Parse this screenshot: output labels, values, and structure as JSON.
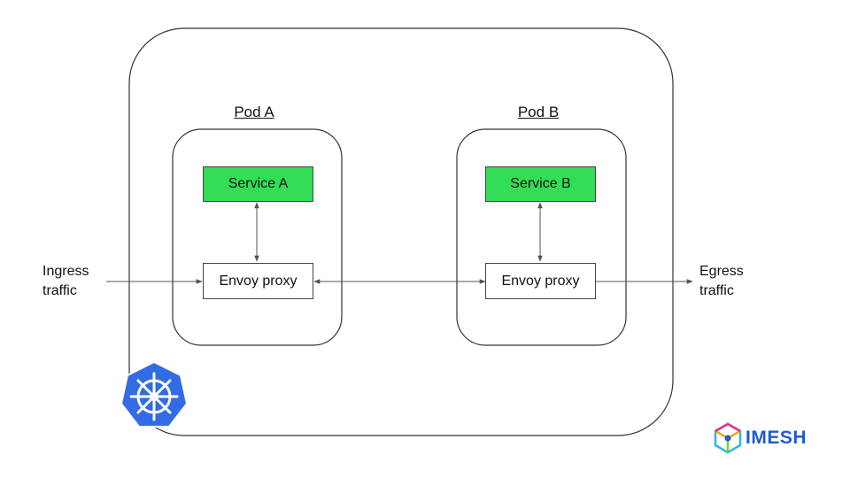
{
  "pods": [
    {
      "title": "Pod A",
      "service": "Service A",
      "proxy": "Envoy proxy"
    },
    {
      "title": "Pod B",
      "service": "Service B",
      "proxy": "Envoy proxy"
    }
  ],
  "ingress": {
    "line1": "Ingress",
    "line2": "traffic"
  },
  "egress": {
    "line1": "Egress",
    "line2": "traffic"
  },
  "brand": {
    "name": "IMESH"
  },
  "colors": {
    "service_fill": "#33dd55",
    "kubernetes_blue": "#326ce5",
    "brand_blue": "#1d5bd6",
    "line": "#555555"
  },
  "icons": [
    "kubernetes-logo-icon",
    "imesh-logo-icon"
  ]
}
